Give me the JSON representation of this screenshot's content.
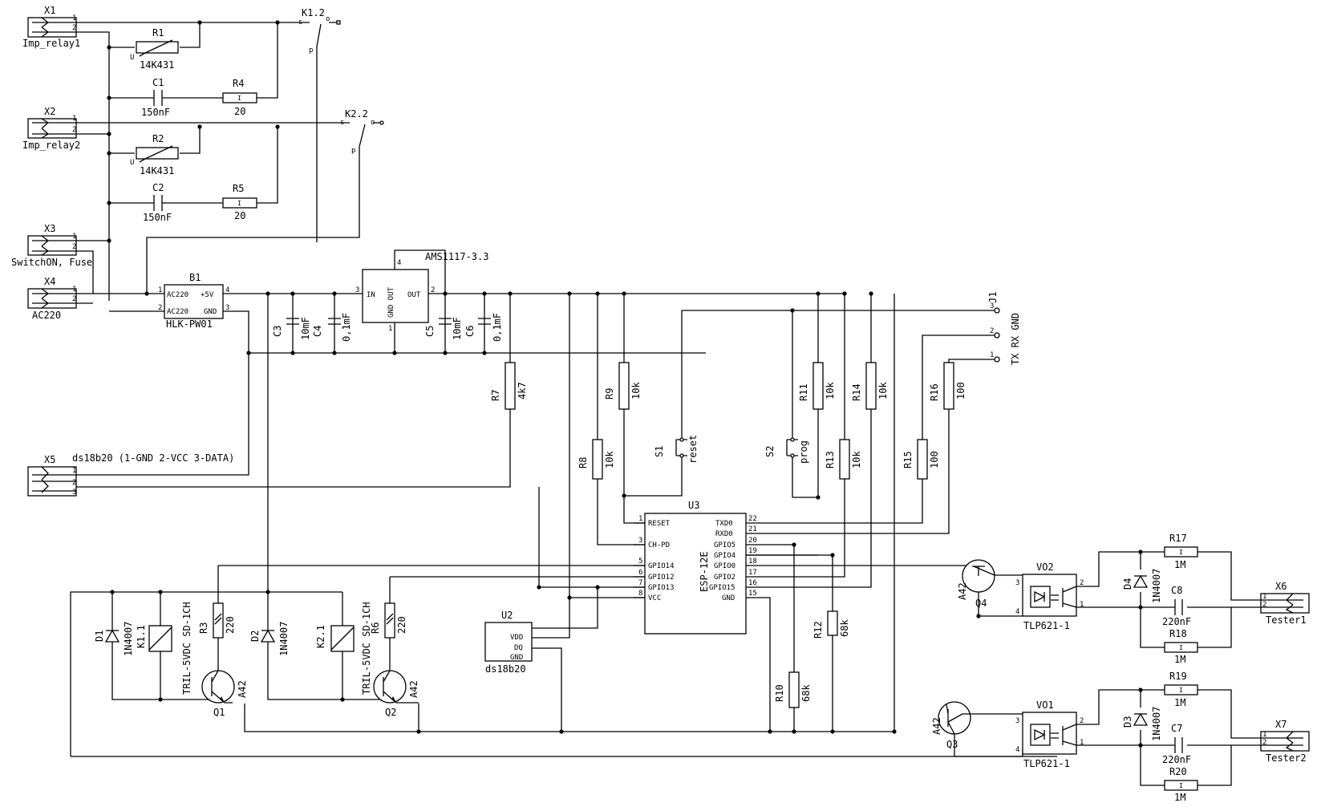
{
  "connectors": {
    "x1": {
      "ref": "X1",
      "name": "Imp_relay1",
      "p1": "1",
      "p2": "2"
    },
    "x2": {
      "ref": "X2",
      "name": "Imp_relay2",
      "p1": "1",
      "p2": "2"
    },
    "x3": {
      "ref": "X3",
      "name": "SwitchON, Fuse",
      "p1": "1",
      "p2": "2"
    },
    "x4": {
      "ref": "X4",
      "name": "AC220",
      "p1": "1",
      "p2": "2"
    },
    "x5": {
      "ref": "X5",
      "name": "ds18b20 (1-GND 2-VCC 3-DATA)",
      "p1": "1",
      "p2": "2",
      "p3": "3"
    },
    "x6": {
      "ref": "X6",
      "name": "Tester1",
      "p1": "1",
      "p2": "2"
    },
    "x7": {
      "ref": "X7",
      "name": "Tester2",
      "p1": "1",
      "p2": "2"
    },
    "j1": {
      "ref": "J1",
      "labels": "TX RX GND",
      "p1": "1",
      "p2": "2",
      "p3": "3"
    }
  },
  "relay_contacts": {
    "k12": {
      "ref": "K1.2",
      "s": "s",
      "o": "o",
      "p": "p"
    },
    "k22": {
      "ref": "K2.2",
      "s": "s",
      "o": "o",
      "p": "p"
    }
  },
  "varistors": {
    "r1": {
      "ref": "R1",
      "value": "14K431",
      "u": "U"
    },
    "r2": {
      "ref": "R2",
      "value": "14K431",
      "u": "U"
    }
  },
  "caps": {
    "c1": {
      "ref": "C1",
      "value": "150nF"
    },
    "c2": {
      "ref": "C2",
      "value": "150nF"
    },
    "c3": {
      "ref": "C3",
      "value": "10mF"
    },
    "c4": {
      "ref": "C4",
      "value": "0,1mF"
    },
    "c5": {
      "ref": "C5",
      "value": "10mF"
    },
    "c6": {
      "ref": "C6",
      "value": "0,1mF"
    },
    "c7": {
      "ref": "C7",
      "value": "220nF"
    },
    "c8": {
      "ref": "C8",
      "value": "220nF"
    }
  },
  "resistors": {
    "r3": {
      "ref": "R3",
      "value": "220"
    },
    "r4": {
      "ref": "R4",
      "value": "20"
    },
    "r5": {
      "ref": "R5",
      "value": "20"
    },
    "r6": {
      "ref": "R6",
      "value": "220"
    },
    "r7": {
      "ref": "R7",
      "value": "4k7"
    },
    "r8": {
      "ref": "R8",
      "value": "10k"
    },
    "r9": {
      "ref": "R9",
      "value": "10k"
    },
    "r10": {
      "ref": "R10",
      "value": "68k"
    },
    "r11": {
      "ref": "R11",
      "value": "10k"
    },
    "r12": {
      "ref": "R12",
      "value": "68k"
    },
    "r13": {
      "ref": "R13",
      "value": "10k"
    },
    "r14": {
      "ref": "R14",
      "value": "10k"
    },
    "r15": {
      "ref": "R15",
      "value": "100"
    },
    "r16": {
      "ref": "R16",
      "value": "100"
    },
    "r17": {
      "ref": "R17",
      "value": "1M"
    },
    "r18": {
      "ref": "R18",
      "value": "1M"
    },
    "r19": {
      "ref": "R19",
      "value": "1M"
    },
    "r20": {
      "ref": "R20",
      "value": "1M"
    },
    "mark": "I"
  },
  "psu": {
    "ref": "B1",
    "name": "HLK-PW01",
    "ac1": "AC220",
    "ac2": "AC220",
    "vout": "+5V",
    "gnd": "GND",
    "p1": "1",
    "p2": "2",
    "p3": "3",
    "p4": "4"
  },
  "ldo": {
    "ref": "AMS1117-3.3",
    "in": "IN",
    "out": "OUT",
    "gnd_out": "GND OUT",
    "p1": "1",
    "p2": "2",
    "p3": "3",
    "p4": "4"
  },
  "esp": {
    "ref": "U3",
    "name": "ESP-12E",
    "left": [
      {
        "label": "RESET",
        "num": "1"
      },
      {
        "label": "CH-PD",
        "num": "3"
      },
      {
        "label": "GPIO14",
        "num": "5"
      },
      {
        "label": "GPIO12",
        "num": "6"
      },
      {
        "label": "GPIO13",
        "num": "7"
      },
      {
        "label": "VCC",
        "num": "8"
      }
    ],
    "right": [
      {
        "label": "TXD0",
        "num": "22"
      },
      {
        "label": "RXD0",
        "num": "21"
      },
      {
        "label": "GPIO5",
        "num": "20"
      },
      {
        "label": "GPIO4",
        "num": "19"
      },
      {
        "label": "GPIO0",
        "num": "18"
      },
      {
        "label": "GPIO2",
        "num": "17"
      },
      {
        "label": "GPIO15",
        "num": "16"
      },
      {
        "label": "GND",
        "num": "15"
      }
    ]
  },
  "sensor": {
    "ref": "U2",
    "name": "ds18b20",
    "vdd": "VDD",
    "dq": "DQ",
    "gnd": "GND"
  },
  "buttons": {
    "s1": {
      "ref": "S1",
      "name": "reset"
    },
    "s2": {
      "ref": "S2",
      "name": "prog"
    }
  },
  "diodes": {
    "d1": {
      "ref": "D1",
      "value": "1N4007"
    },
    "d2": {
      "ref": "D2",
      "value": "1N4007"
    },
    "d3": {
      "ref": "D3",
      "value": "1N4007"
    },
    "d4": {
      "ref": "D4",
      "value": "1N4007"
    }
  },
  "relays": {
    "k11": {
      "ref": "K1.1",
      "value": "TRIL-5VDC SD-1CH"
    },
    "k21": {
      "ref": "K2.1",
      "value": "TRIL-5VDC SD-1CH"
    }
  },
  "transistors": {
    "q1": {
      "ref": "Q1",
      "value": "A42"
    },
    "q2": {
      "ref": "Q2",
      "value": "A42"
    },
    "q3": {
      "ref": "Q3",
      "value": "A42"
    },
    "q4": {
      "ref": "Q4",
      "value": "A42"
    }
  },
  "optos": {
    "vo1": {
      "ref": "VO1",
      "name": "TLP621-1",
      "p1": "1",
      "p2": "2",
      "p3": "3",
      "p4": "4"
    },
    "vo2": {
      "ref": "VO2",
      "name": "TLP621-1",
      "p1": "1",
      "p2": "2",
      "p3": "3",
      "p4": "4"
    }
  }
}
